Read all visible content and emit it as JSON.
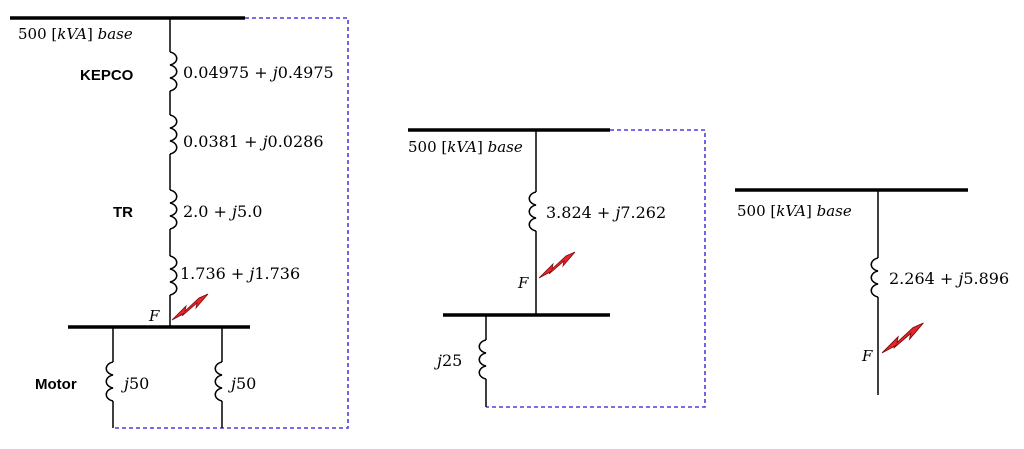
{
  "colors": {
    "line": "#000000",
    "dashed": "#4b3fe0",
    "fault": "#e8242c"
  },
  "diagram1": {
    "base": {
      "num": "500",
      "unit": "kVA",
      "word": "base"
    },
    "kepco": {
      "label": "KEPCO",
      "re": "0.04975",
      "im": "0.4975"
    },
    "line": {
      "re": "0.0381",
      "im": "0.0286"
    },
    "tr": {
      "label": "TR",
      "re": "2.0",
      "im": "5.0"
    },
    "cable": {
      "re": "1.736",
      "im": "1.736"
    },
    "fault": "F",
    "motor": {
      "label": "Motor",
      "z1": "50",
      "z2": "50"
    }
  },
  "diagram2": {
    "base": {
      "num": "500",
      "unit": "kVA",
      "word": "base"
    },
    "source": {
      "re": "3.824",
      "im": "7.262"
    },
    "fault": "F",
    "motor": {
      "z": "25"
    }
  },
  "diagram3": {
    "base": {
      "num": "500",
      "unit": "kVA",
      "word": "base"
    },
    "source": {
      "re": "2.264",
      "im": "5.896"
    },
    "fault": "F"
  }
}
